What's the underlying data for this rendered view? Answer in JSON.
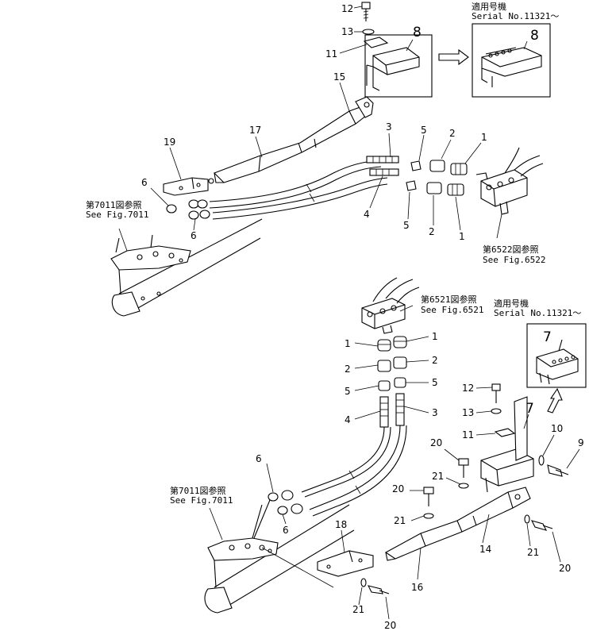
{
  "serial_notes": {
    "top": {
      "line1": "適用号機",
      "line2": "Serial No.11321～",
      "inset_label": "8"
    },
    "bottom": {
      "line1": "適用号機",
      "line2": "Serial No.11321～",
      "inset_label": "7"
    }
  },
  "refs": {
    "fig7011_top": {
      "line1": "第7011図参照",
      "line2": "See Fig.7011"
    },
    "fig6522": {
      "line1": "第6522図参照",
      "line2": "See Fig.6522"
    },
    "fig6521": {
      "line1": "第6521図参照",
      "line2": "See Fig.6521"
    },
    "fig7011_bottom": {
      "line1": "第7011図参照",
      "line2": "See Fig.7011"
    }
  },
  "callouts_top": {
    "p12": "12",
    "p13": "13",
    "p11": "11",
    "p8": "8",
    "p15": "15",
    "p17": "17",
    "p19": "19",
    "p3": "3",
    "p5a": "5",
    "p2a": "2",
    "p1a": "1",
    "p6a": "6",
    "p6b": "6",
    "p4": "4",
    "p5b": "5",
    "p2b": "2",
    "p1b": "1"
  },
  "callouts_bottom": {
    "p1l": "1",
    "p2l": "2",
    "p5l": "5",
    "p4l": "4",
    "p1r": "1",
    "p2r": "2",
    "p5r": "5",
    "p3r": "3",
    "p12": "12",
    "p13": "13",
    "p11": "11",
    "p7": "7",
    "p10": "10",
    "p9": "9",
    "p20a": "20",
    "p21a": "21",
    "p20b": "20",
    "p21b": "21",
    "p6a": "6",
    "p6b": "6",
    "p18": "18",
    "p16": "16",
    "p14": "14",
    "p21c": "21",
    "p20c": "20",
    "p21d": "21",
    "p20d": "20"
  }
}
